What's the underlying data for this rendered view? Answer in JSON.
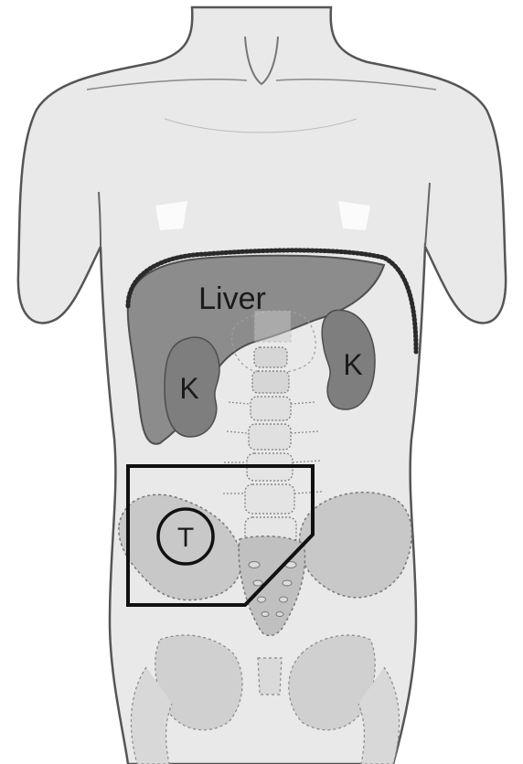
{
  "labels": {
    "liver": "Liver",
    "kidney_right": "K",
    "kidney_left": "K",
    "tumor": "T"
  },
  "colors": {
    "skin": "#e9e9e9",
    "outline": "#555555",
    "liver": "#8c8c8c",
    "kidney": "#7e7e7e",
    "bone": "#d6d6d6",
    "pelvis": "#c8c8c8",
    "marker": "#111111"
  }
}
